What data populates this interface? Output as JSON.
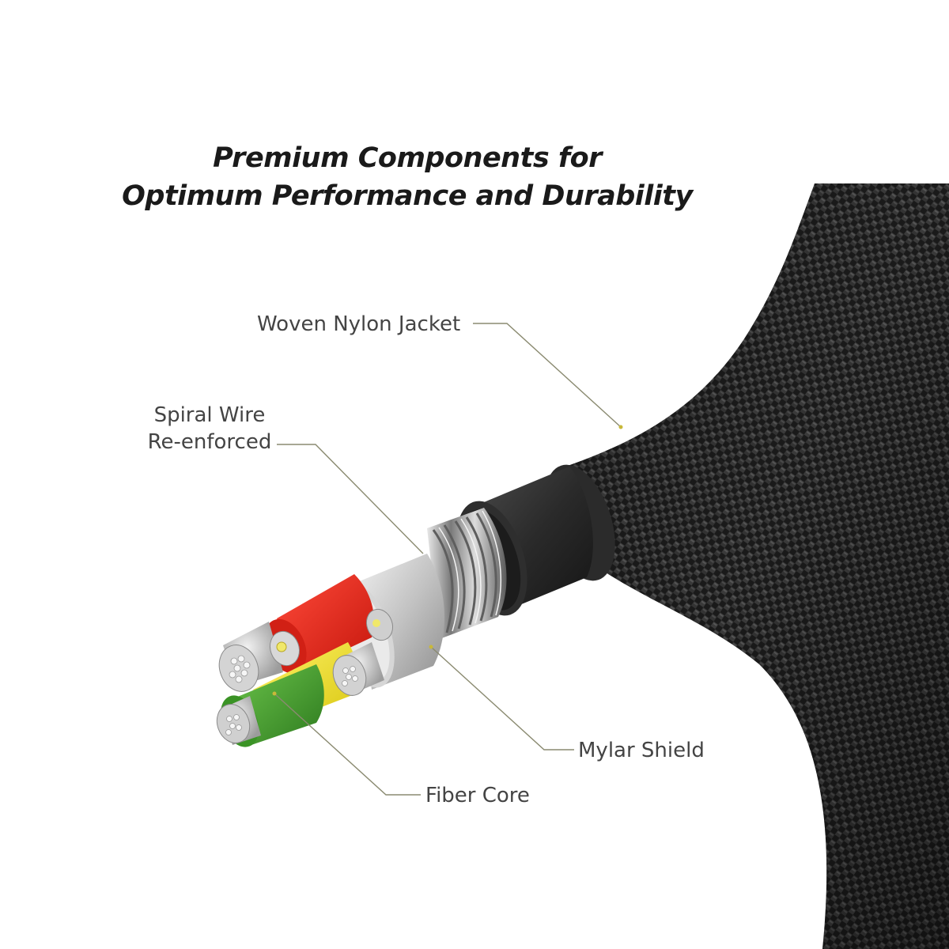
{
  "headline": {
    "line1": "Premium Components for",
    "line2": "Optimum Performance and Durability"
  },
  "callouts": {
    "woven_nylon_jacket": "Woven Nylon Jacket",
    "spiral_wire_line1": "Spiral Wire",
    "spiral_wire_line2": "Re-enforced",
    "mylar_shield": "Mylar Shield",
    "fiber_core": "Fiber Core"
  },
  "colors": {
    "jacket": "#1c1c1c",
    "inner_sleeve": "#2a2a2a",
    "spiral_wire": "#9a9a9a",
    "mylar_shield": "#c8c8c8",
    "wire_red": "#e0261b",
    "wire_yellow": "#f2e21b",
    "wire_green": "#3d9a2a",
    "leader_line": "#8a8a70"
  }
}
